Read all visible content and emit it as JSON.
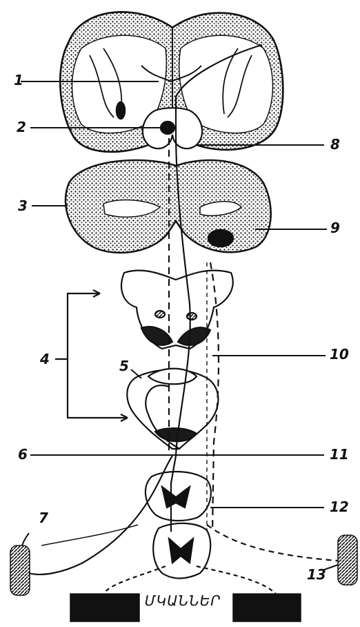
{
  "labels": {
    "l1": "1",
    "l2": "2",
    "l3": "3",
    "l4": "4",
    "l5": "5",
    "l6": "6",
    "l7": "7",
    "l8": "8",
    "l9": "9",
    "l10": "10",
    "l11": "11",
    "l12": "12",
    "l13": "13"
  },
  "caption": "ՄԿԱՆՆԵՐ",
  "colors": {
    "ink": "#111111",
    "paper": "#ffffff",
    "tissue": "#2a2a2a"
  }
}
